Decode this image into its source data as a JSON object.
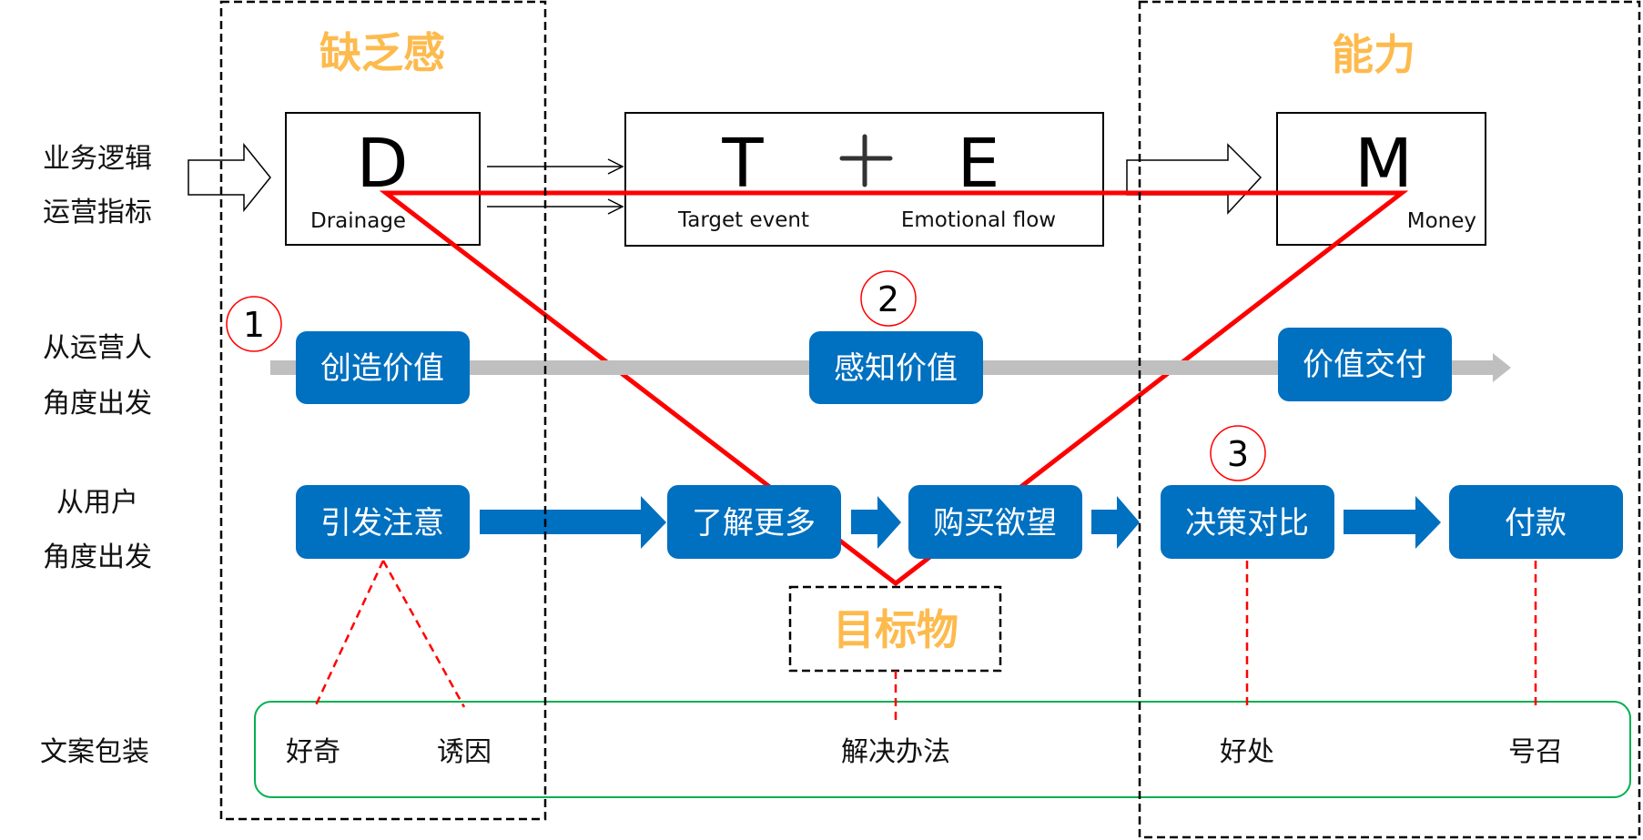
{
  "colors": {
    "blue": "#0070C0",
    "orange": "#FDBA4D",
    "red": "#FF0000",
    "green": "#00B050",
    "gray": "#BFBFBF"
  },
  "headers": {
    "left_zone": "缺乏感",
    "right_zone": "能力"
  },
  "row_labels": {
    "business": [
      "业务逻辑",
      "运营指标"
    ],
    "operator": [
      "从运营人",
      "角度出发"
    ],
    "user": [
      "从用户",
      "角度出发"
    ],
    "copy": "文案包装"
  },
  "formula": {
    "d": {
      "letter": "D",
      "caption": "Drainage"
    },
    "t": {
      "letter": "T",
      "caption": "Target event"
    },
    "plus": "+",
    "e": {
      "letter": "E",
      "caption": "Emotional flow"
    },
    "m": {
      "letter": "M",
      "caption": "Money"
    }
  },
  "operator_steps": [
    "创造价值",
    "感知价值",
    "价值交付"
  ],
  "user_steps": [
    "引发注意",
    "了解更多",
    "购买欲望",
    "决策对比",
    "付款"
  ],
  "markers": [
    "1",
    "2",
    "3"
  ],
  "target_label": "目标物",
  "copy_items": [
    "好奇",
    "诱因",
    "解决办法",
    "好处",
    "号召"
  ]
}
